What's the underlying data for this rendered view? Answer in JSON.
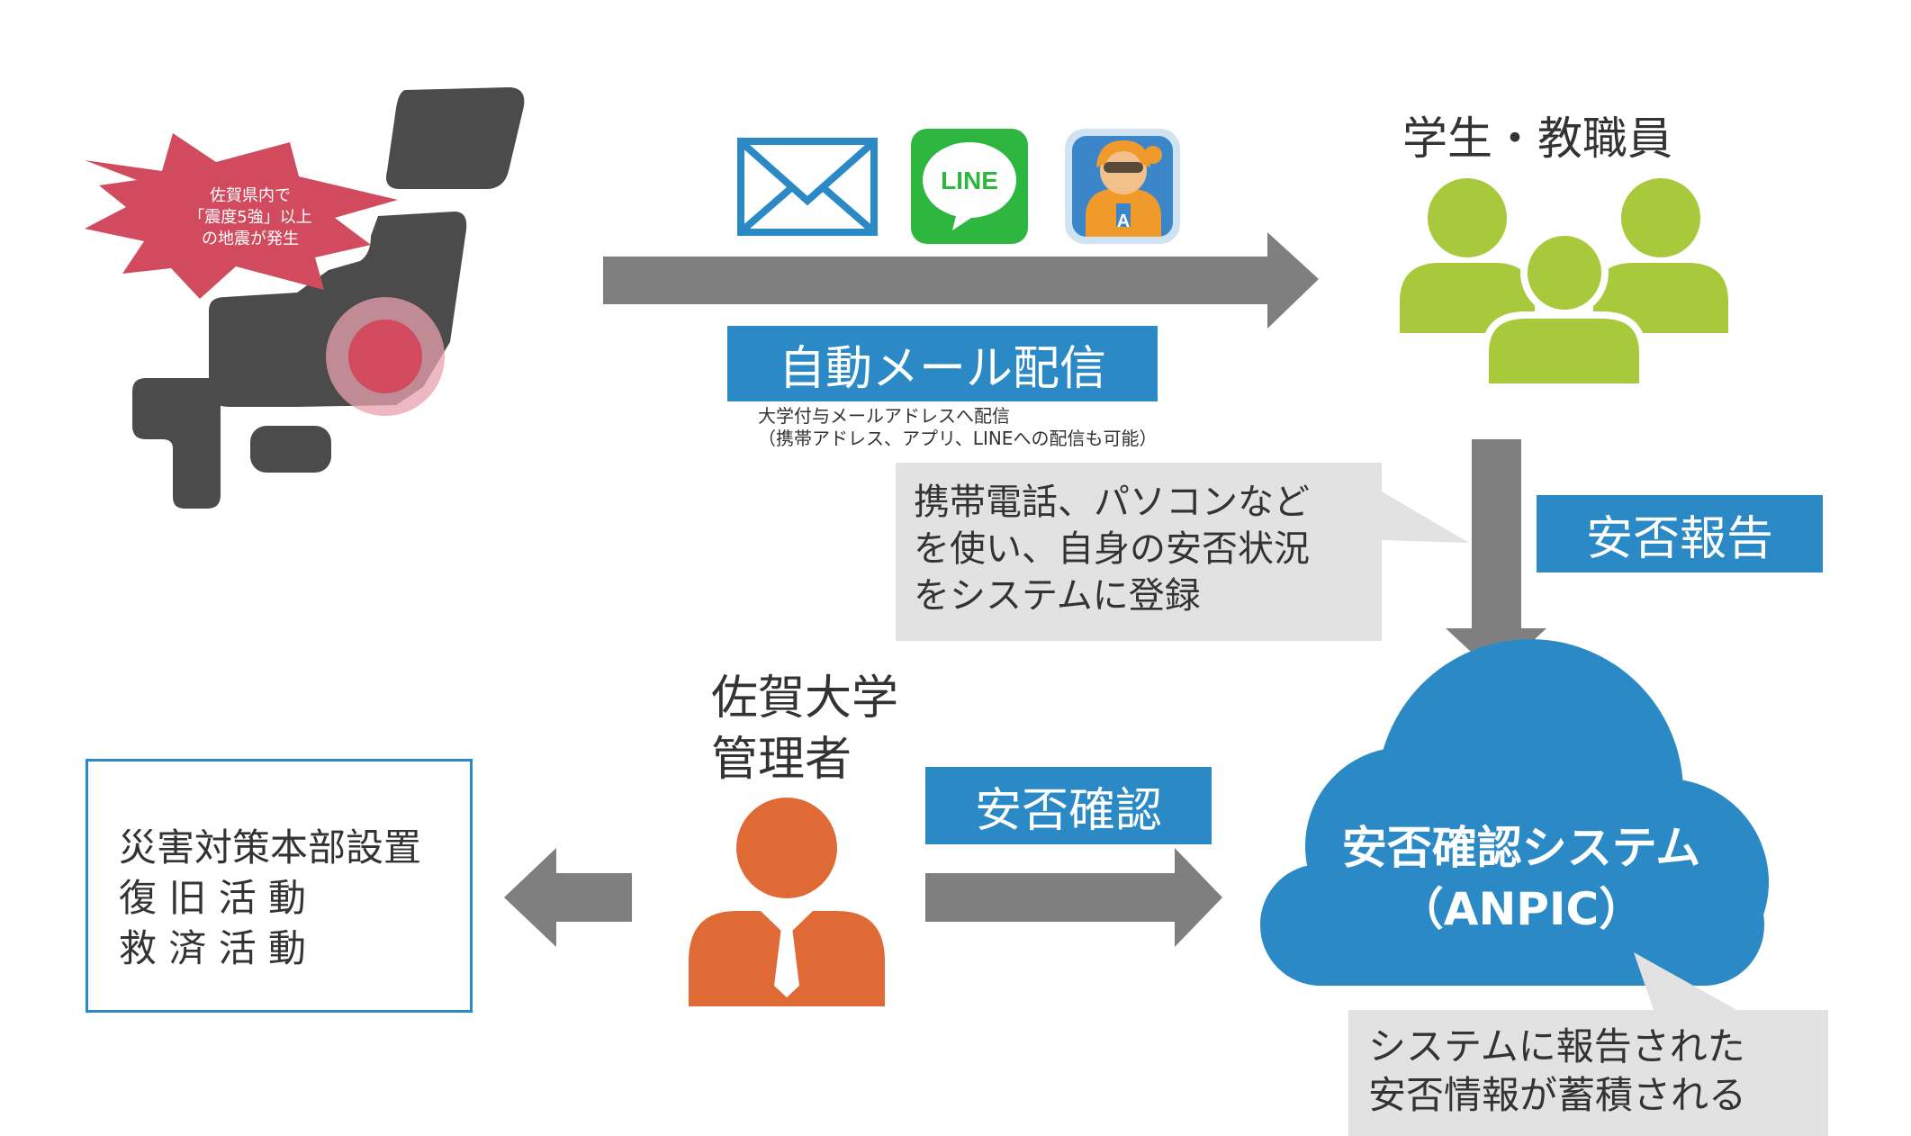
{
  "earthquake": {
    "burst_lines": [
      "佐賀県内で",
      "「震度5強」以上",
      "の地震が発生"
    ]
  },
  "notify": {
    "label": "自動メール配信",
    "note_lines": [
      "大学付与メールアドレスへ配信",
      "（携帯アドレス、アプリ、LINEへの配信も可能）"
    ],
    "icons": [
      "mail-icon",
      "line-app-icon",
      "anpic-app-icon"
    ],
    "line_icon_text": "LINE"
  },
  "recipients": {
    "title": "学生・教職員"
  },
  "report_callout": {
    "lines": [
      "携帯電話、パソコンなど",
      "を使い、自身の安否状況",
      "をシステムに登録"
    ]
  },
  "report_label": "安否報告",
  "admin": {
    "title_lines": [
      "佐賀大学",
      "管理者"
    ]
  },
  "confirm_label": "安否確認",
  "system": {
    "title_lines": [
      "安否確認システム",
      "（ANPIC）"
    ]
  },
  "accumulate_callout": {
    "lines": [
      "システムに報告された",
      "安否情報が蓄積される"
    ]
  },
  "hq_box": {
    "lines": [
      "災害対策本部設置",
      "復 旧 活 動",
      "救 済 活 動"
    ]
  },
  "colors": {
    "arrow": "#7f7f7f",
    "tag_blue": "#2b8ac6",
    "cloud_blue": "#2b8ac6",
    "people_green": "#a7c93b",
    "admin_orange": "#e06a36",
    "burst_red": "#d24a5e",
    "map_gray": "#4b4b4b"
  }
}
